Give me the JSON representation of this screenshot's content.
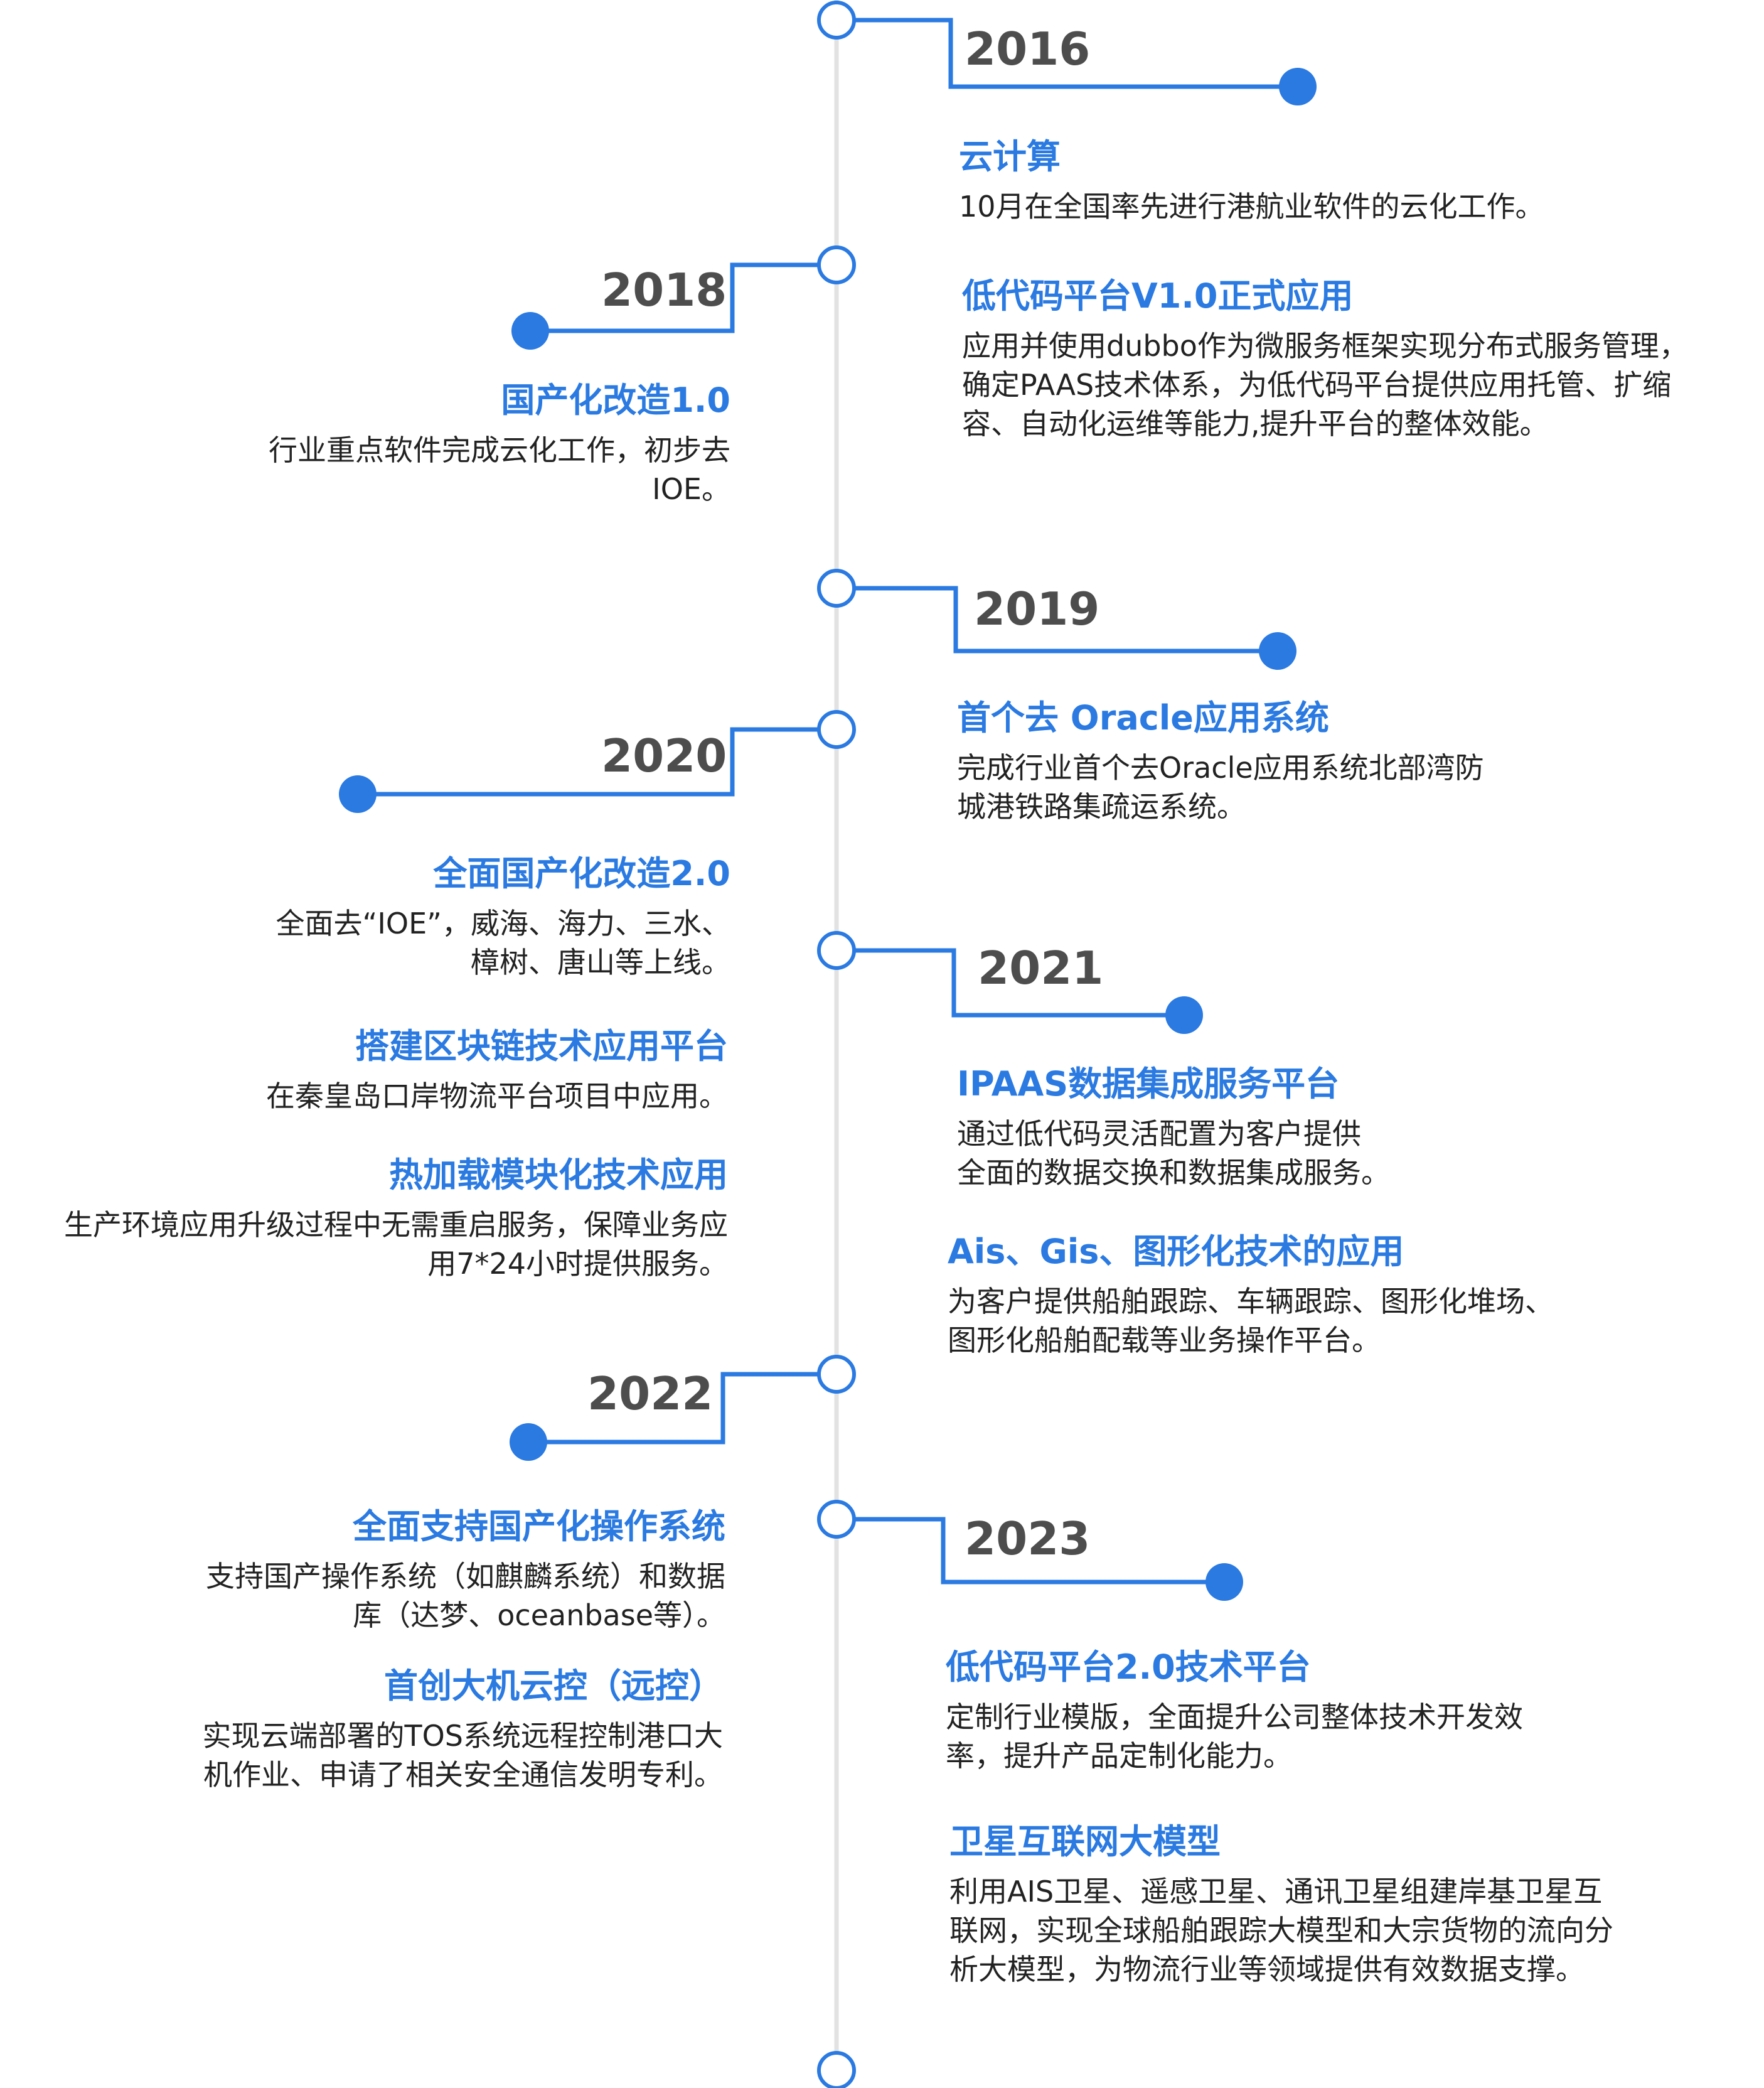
{
  "colors": {
    "accent": "#2a7ae2",
    "year_text": "#4d4d4d",
    "spine": "#e2e2e2",
    "body_text": "#222222"
  },
  "years": [
    {
      "label": "2016",
      "side": "right"
    },
    {
      "label": "2018",
      "side": "left"
    },
    {
      "label": "2019",
      "side": "right"
    },
    {
      "label": "2020",
      "side": "left"
    },
    {
      "label": "2021",
      "side": "right"
    },
    {
      "label": "2022",
      "side": "left"
    },
    {
      "label": "2023",
      "side": "right"
    }
  ],
  "items": [
    {
      "title": "云计算",
      "lines": [
        "10月在全国率先进行港航业软件的云化工作。"
      ]
    },
    {
      "title": "低代码平台V1.0正式应用",
      "lines": [
        "应用并使用dubbo作为微服务框架实现分布式服务管理，",
        "确定PAAS技术体系，为低代码平台提供应用托管、扩缩",
        "容、自动化运维等能力,提升平台的整体效能。"
      ]
    },
    {
      "title": "国产化改造1.0",
      "lines": [
        "行业重点软件完成云化工作，初步去",
        "IOE。"
      ]
    },
    {
      "title": "首个去 Oracle应用系统",
      "lines": [
        "完成行业首个去Oracle应用系统北部湾防",
        "城港铁路集疏运系统。"
      ]
    },
    {
      "title": "全面国产化改造2.0",
      "lines": [
        "全面去“IOE”，威海、海力、三水、",
        "樟树、唐山等上线。"
      ]
    },
    {
      "title": "搭建区块链技术应用平台",
      "lines": [
        "在秦皇岛口岸物流平台项目中应用。"
      ]
    },
    {
      "title": "热加载模块化技术应用",
      "lines": [
        "生产环境应用升级过程中无需重启服务，保障业务应",
        "用7*24小时提供服务。"
      ]
    },
    {
      "title": "IPAAS数据集成服务平台",
      "lines": [
        "通过低代码灵活配置为客户提供",
        "全面的数据交换和数据集成服务。"
      ]
    },
    {
      "title": "Ais、Gis、图形化技术的应用",
      "lines": [
        "为客户提供船舶跟踪、车辆跟踪、图形化堆场、",
        "图形化船舶配载等业务操作平台。"
      ]
    },
    {
      "title": "全面支持国产化操作系统",
      "lines": [
        "支持国产操作系统（如麒麟系统）和数据",
        "库（达梦、oceanbase等）。"
      ]
    },
    {
      "title": "首创大机云控（远控）",
      "lines": [
        "实现云端部署的TOS系统远程控制港口大",
        "机作业、申请了相关安全通信发明专利。"
      ]
    },
    {
      "title": "低代码平台2.0技术平台",
      "lines": [
        "定制行业模版，全面提升公司整体技术开发效",
        "率，提升产品定制化能力。"
      ]
    },
    {
      "title": "卫星互联网大模型",
      "lines": [
        "利用AIS卫星、遥感卫星、通讯卫星组建岸基卫星互",
        "联网，实现全球船舶跟踪大模型和大宗货物的流向分",
        "析大模型，为物流行业等领域提供有效数据支撑。"
      ]
    }
  ]
}
